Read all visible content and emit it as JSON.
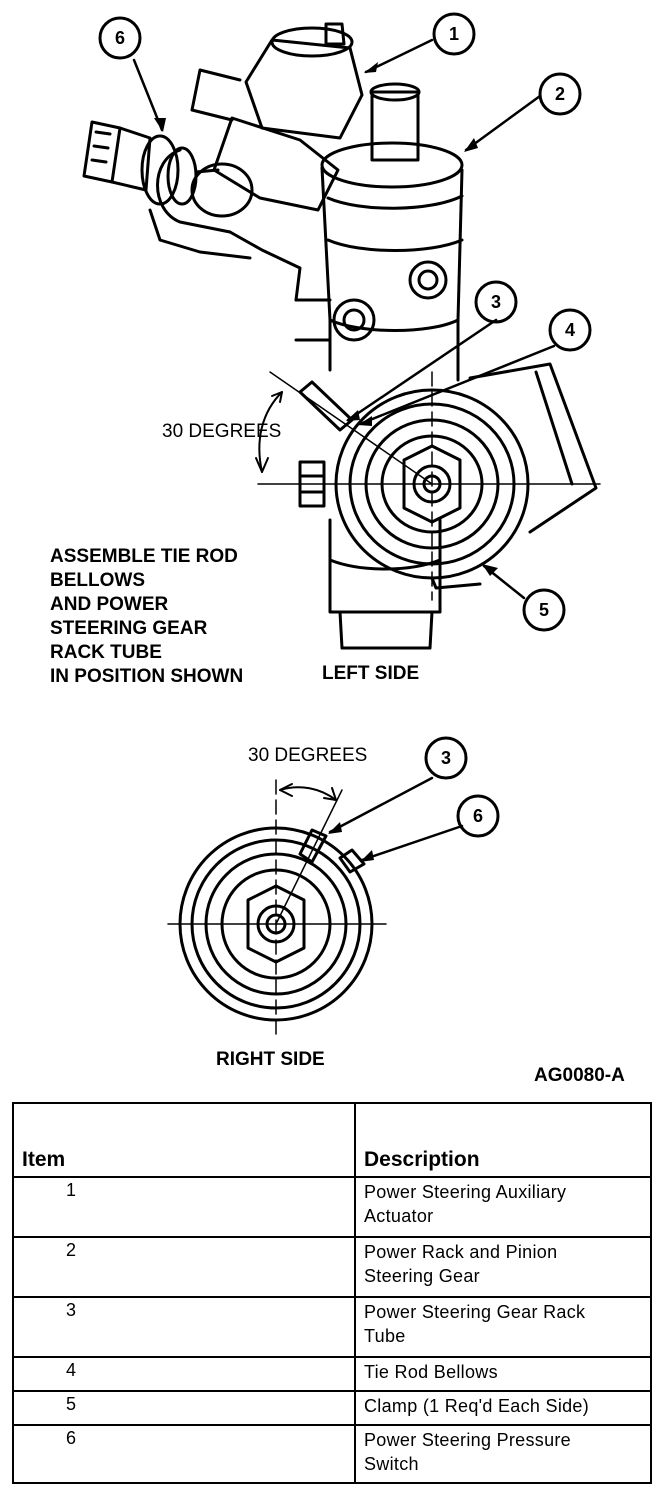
{
  "callouts": {
    "c1": "1",
    "c2": "2",
    "c3": "3",
    "c4": "4",
    "c5": "5",
    "c6": "6",
    "r3": "3",
    "r6": "6"
  },
  "labels": {
    "angle_top": "30 DEGREES",
    "angle_bottom": "30 DEGREES",
    "left_side": "LEFT SIDE",
    "right_side": "RIGHT SIDE",
    "figure_code": "AG0080-A"
  },
  "note": {
    "lines": [
      "ASSEMBLE TIE ROD",
      "BELLOWS",
      "AND POWER",
      "STEERING GEAR",
      "RACK TUBE",
      "IN POSITION SHOWN"
    ]
  },
  "table": {
    "headers": [
      "Item",
      "Description"
    ],
    "rows": [
      {
        "item": "1",
        "desc": [
          "Power Steering Auxiliary",
          "Actuator"
        ]
      },
      {
        "item": "2",
        "desc": [
          "Power Rack and Pinion",
          "Steering Gear"
        ]
      },
      {
        "item": "3",
        "desc": [
          "Power Steering Gear Rack",
          "Tube"
        ]
      },
      {
        "item": "4",
        "desc": [
          "Tie Rod Bellows"
        ]
      },
      {
        "item": "5",
        "desc": [
          "Clamp (1 Req'd Each Side)"
        ]
      },
      {
        "item": "6",
        "desc": [
          "Power Steering Pressure",
          "Switch"
        ]
      }
    ]
  }
}
